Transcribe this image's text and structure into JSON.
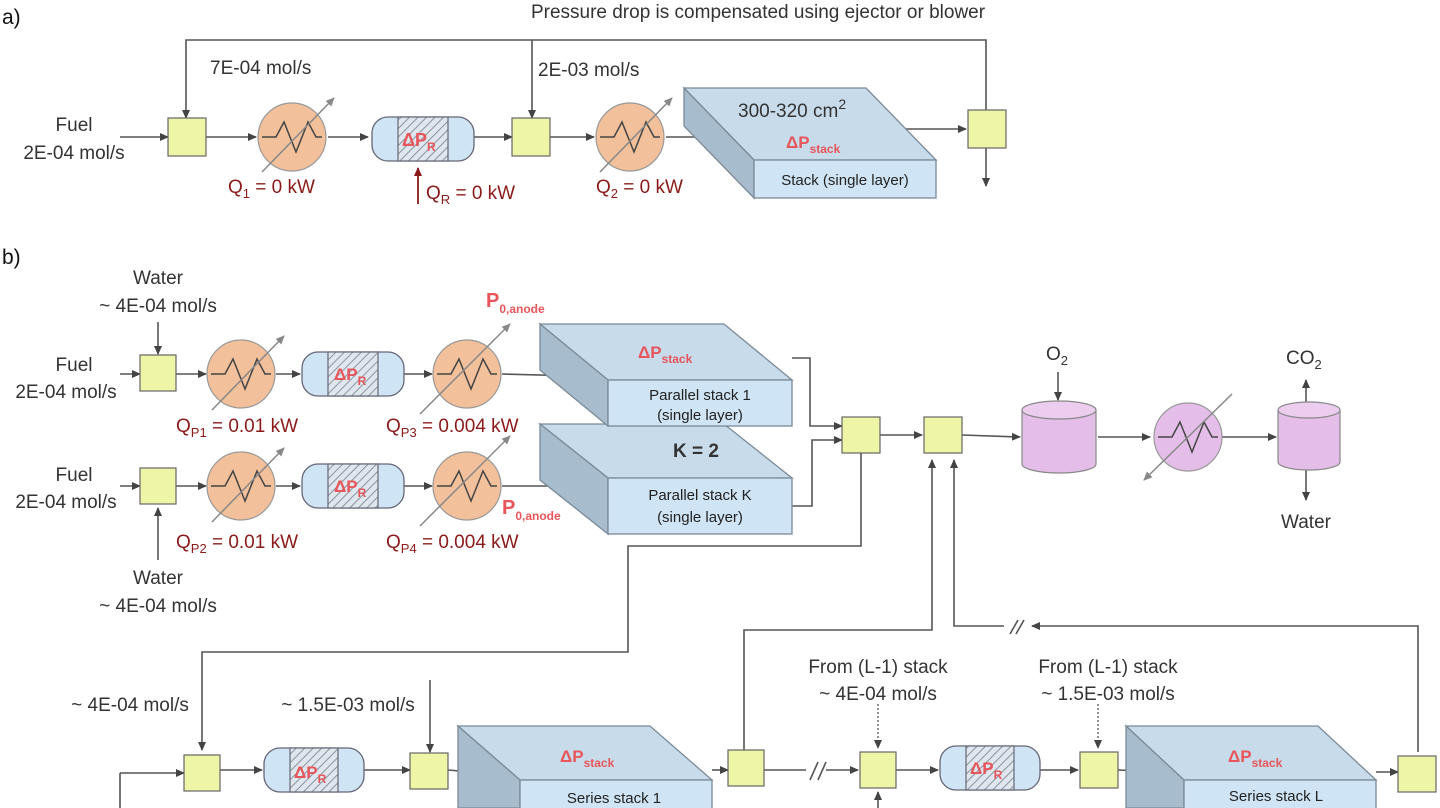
{
  "panel_a": {
    "letter": "a)",
    "caption": "Pressure drop is compensated using ejector or blower",
    "fuel_label": "Fuel",
    "fuel_flow": "2E-04 mol/s",
    "recycle_flow_1": "7E-04 mol/s",
    "recycle_flow_2": "2E-03 mol/s",
    "q1": {
      "sym": "Q",
      "sub": "1",
      "rest": " = 0 kW"
    },
    "qr": {
      "sym": "Q",
      "sub": "R",
      "rest": " = 0 kW"
    },
    "q2": {
      "sym": "Q",
      "sub": "2",
      "rest": " = 0 kW"
    },
    "stack_area": "300-320 cm",
    "stack_area_sup": "2",
    "stack_dp": {
      "sym": "ΔP",
      "sub": "stack"
    },
    "stack_name": "Stack (single layer)",
    "reformer_dp": {
      "sym": "ΔP",
      "sub": "R"
    }
  },
  "panel_b": {
    "letter": "b)",
    "water_label": "Water",
    "water_flow": "~ 4E-04 mol/s",
    "fuel_label": "Fuel",
    "fuel_flow": "2E-04 mol/s",
    "p0_anode": {
      "sym": "P",
      "sub": "0,anode"
    },
    "qp1": {
      "sym": "Q",
      "sub": "P1",
      "rest": " = 0.01 kW"
    },
    "qp2": {
      "sym": "Q",
      "sub": "P2",
      "rest": " = 0.01 kW"
    },
    "qp3": {
      "sym": "Q",
      "sub": "P3",
      "rest": " = 0.004 kW"
    },
    "qp4": {
      "sym": "Q",
      "sub": "P4",
      "rest": " = 0.004 kW"
    },
    "stack_dp": {
      "sym": "ΔP",
      "sub": "stack"
    },
    "reformer_dp": {
      "sym": "ΔP",
      "sub": "R"
    },
    "parallel_1_line1": "Parallel stack 1",
    "parallel_1_line2": "(single layer)",
    "parallel_k_line1": "Parallel stack K",
    "parallel_k_line2": "(single layer)",
    "k_value": "K = 2",
    "o2": {
      "sym": "O",
      "sub": "2"
    },
    "co2": {
      "sym": "CO",
      "sub": "2"
    },
    "water_out": "Water",
    "series_flow_1": "~ 4E-04 mol/s",
    "series_flow_2": "~ 1.5E-03 mol/s",
    "series_stack_1": "Series stack 1",
    "series_stack_l": "Series stack L",
    "from_prev_1": "From (L-1) stack",
    "from_prev_1_flow": "~ 4E-04 mol/s",
    "from_prev_2": "From (L-1) stack",
    "from_prev_2_flow": "~ 1.5E-03 mol/s"
  },
  "colors": {
    "mixer": "#eef5a6",
    "heater": "#f2c09a",
    "stack_top": "#c7dbea",
    "stack_front": "#cfe4f4",
    "tank": "#e4bde8",
    "red_label": "#8b1a1a",
    "pink_label": "#e8555a"
  }
}
